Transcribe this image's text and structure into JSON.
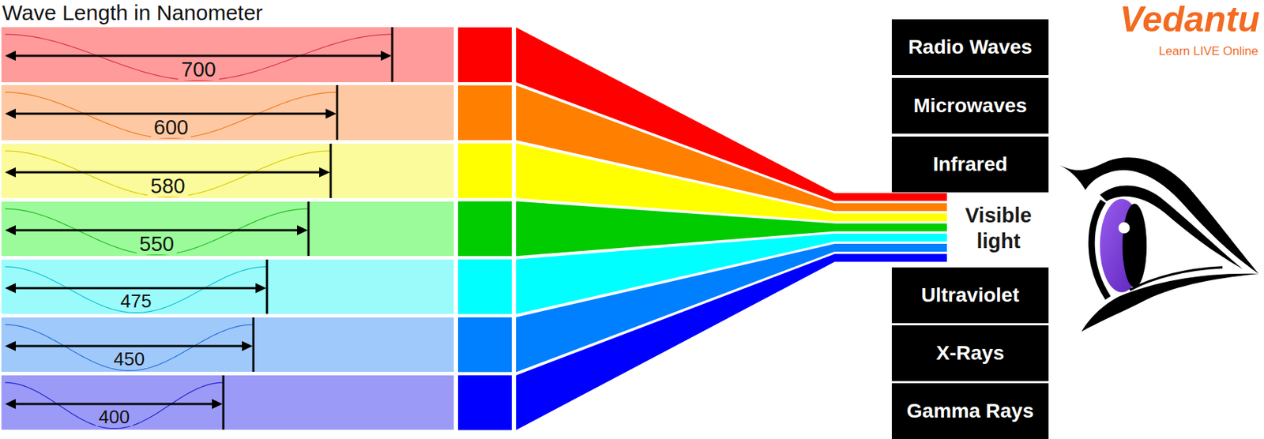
{
  "diagram": {
    "title": "Wave Length in Nanometer",
    "nodes": [
      {
        "text": [
          "700"
        ]
      },
      {
        "text": [
          "600"
        ]
      },
      {
        "text": [
          "580"
        ]
      },
      {
        "text": [
          "550"
        ]
      },
      {
        "text": [
          "475"
        ]
      },
      {
        "text": [
          "450"
        ]
      },
      {
        "text": [
          "400"
        ]
      },
      {
        "text": [
          "Radio Waves"
        ]
      },
      {
        "text": [
          "Microwaves"
        ]
      },
      {
        "text": [
          "Infrared"
        ]
      },
      {
        "text": [
          "Ultraviolet"
        ]
      },
      {
        "text": [
          "X-Rays"
        ]
      },
      {
        "text": [
          "Gamma Rays"
        ]
      }
    ],
    "labels": [
      "Visible light",
      "Vedantu",
      "Learn LIVE Online"
    ]
  }
}
